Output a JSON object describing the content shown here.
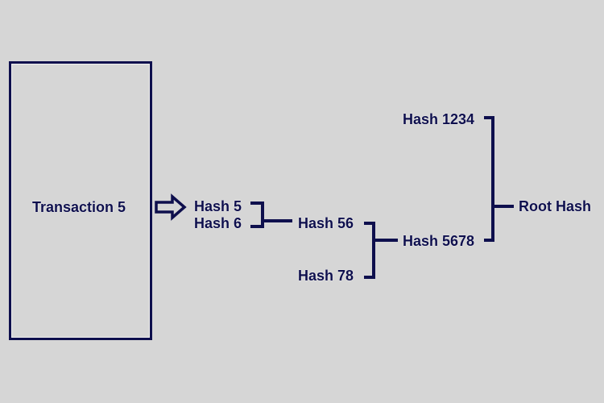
{
  "diagram": {
    "title": "Merkle tree",
    "transaction": "Transaction 5",
    "nodes": {
      "hash5": "Hash 5",
      "hash6": "Hash 6",
      "hash56": "Hash 56",
      "hash78": "Hash 78",
      "hash5678": "Hash 5678",
      "hash1234": "Hash 1234",
      "root": "Root Hash"
    },
    "colors": {
      "line": "#0e0f4d",
      "background": "#d6d6d6"
    }
  }
}
